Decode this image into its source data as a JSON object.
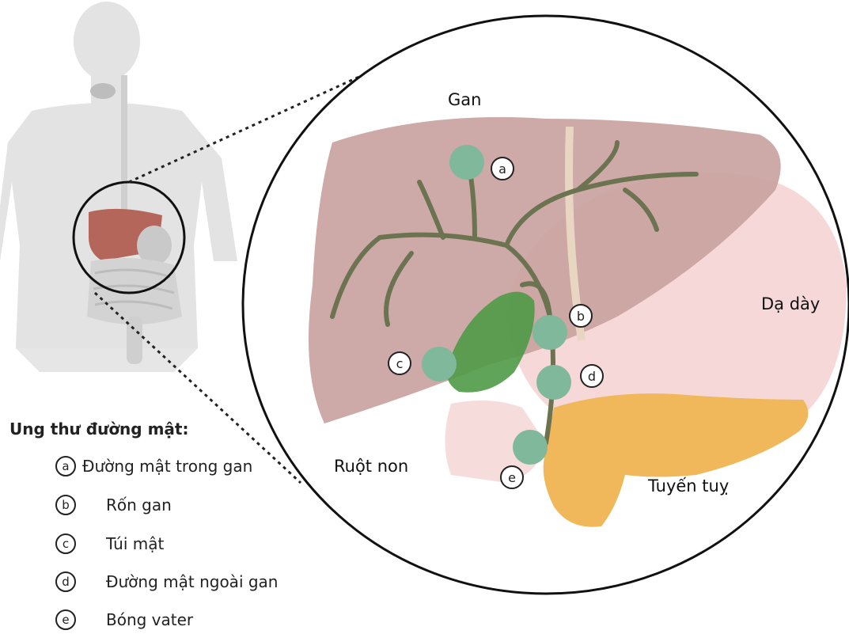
{
  "organs": {
    "liver": "Gan",
    "stomach": "Dạ dày",
    "small_intestine": "Ruột non",
    "pancreas": "Tuyến tuỵ"
  },
  "markers": [
    "a",
    "b",
    "c",
    "d",
    "e"
  ],
  "legend": {
    "title": "Ung thư đường mật:",
    "items": [
      {
        "letter": "a",
        "text": "Đường mật trong gan"
      },
      {
        "letter": "b",
        "text": "Rốn gan"
      },
      {
        "letter": "c",
        "text": "Túi mật"
      },
      {
        "letter": "d",
        "text": "Đường mật ngoài gan"
      },
      {
        "letter": "e",
        "text": "Bóng vater"
      }
    ]
  },
  "colors": {
    "liver": "#c9a3a0",
    "bile_duct": "#6b7350",
    "gallbladder": "#4f9a47",
    "tumor": "#7fb89a",
    "pancreas": "#f0b85a",
    "stomach": "#f6d4d4",
    "body_silhouette": "#e3e3e3"
  }
}
